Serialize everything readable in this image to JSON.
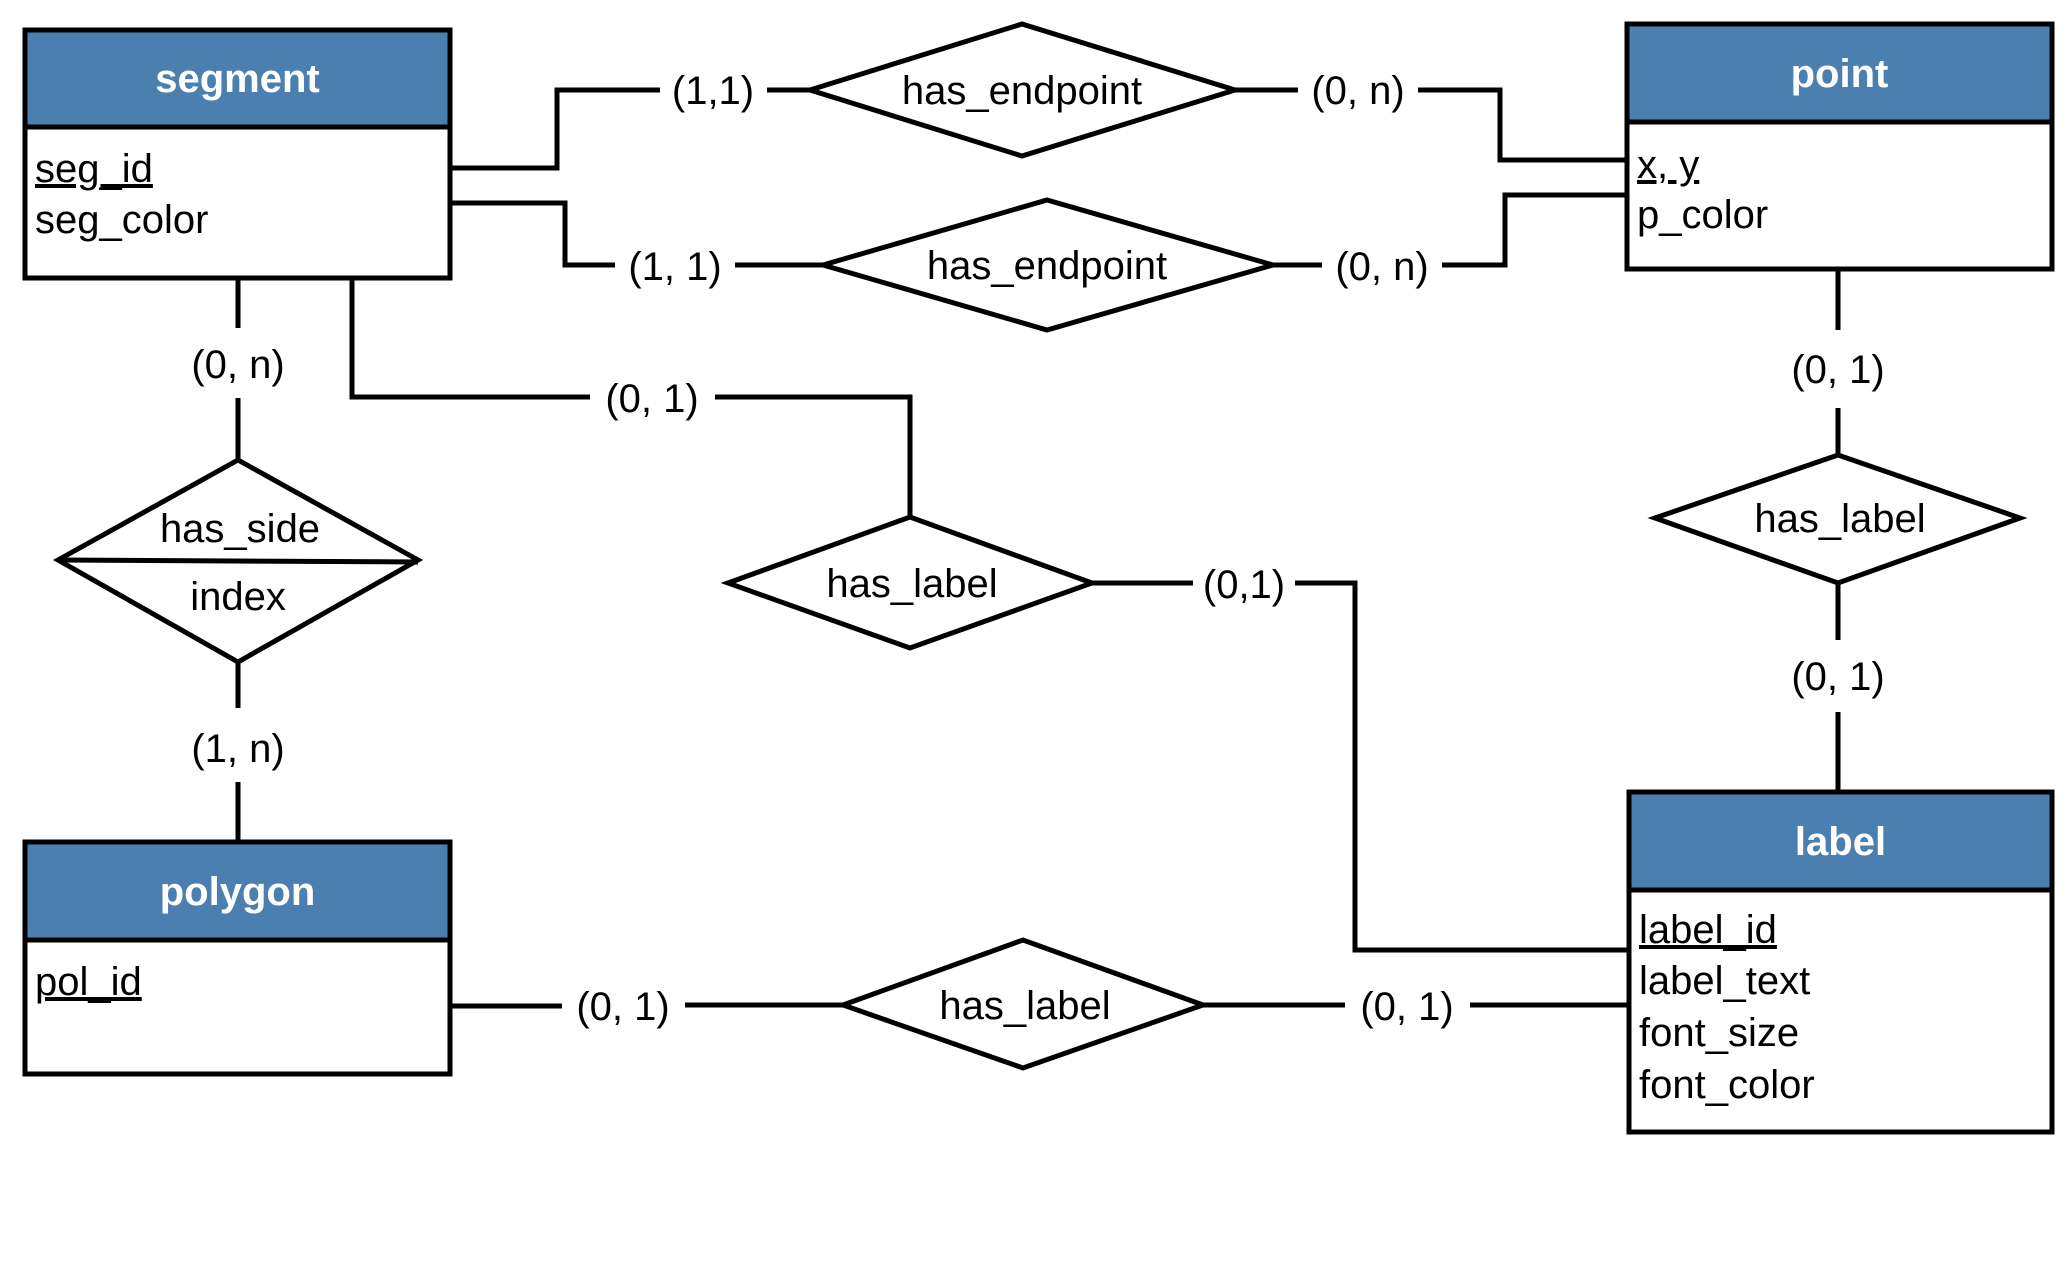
{
  "colors": {
    "header_fill": "#4A7FB0",
    "stroke": "#000000",
    "background": "#ffffff"
  },
  "entities": {
    "segment": {
      "title": "segment",
      "attrs": [
        "seg_id",
        "seg_color"
      ],
      "keys": [
        0
      ]
    },
    "point": {
      "title": "point",
      "attrs": [
        "x, y",
        "p_color"
      ],
      "keys": [
        0
      ]
    },
    "polygon": {
      "title": "polygon",
      "attrs": [
        "pol_id"
      ],
      "keys": [
        0
      ]
    },
    "label": {
      "title": "label",
      "attrs": [
        "label_id",
        "label_text",
        "font_size",
        "font_color"
      ],
      "keys": [
        0
      ]
    }
  },
  "relationships": {
    "endpoint1": {
      "name": "has_endpoint"
    },
    "endpoint2": {
      "name": "has_endpoint"
    },
    "side": {
      "name": "has_side",
      "attribute": "index"
    },
    "seg_label": {
      "name": "has_label"
    },
    "pt_label": {
      "name": "has_label"
    },
    "pol_label": {
      "name": "has_label"
    }
  },
  "cardinalities": {
    "endpoint1_segment": "(1,1)",
    "endpoint1_point": "(0, n)",
    "endpoint2_segment": "(1, 1)",
    "endpoint2_point": "(0, n)",
    "side_segment": "(0, n)",
    "side_polygon": "(1, n)",
    "seg_label_segment": "(0, 1)",
    "seg_label_label": "(0,1)",
    "pt_label_point": "(0, 1)",
    "pt_label_label": "(0, 1)",
    "pol_label_polygon": "(0, 1)",
    "pol_label_label": "(0, 1)"
  }
}
